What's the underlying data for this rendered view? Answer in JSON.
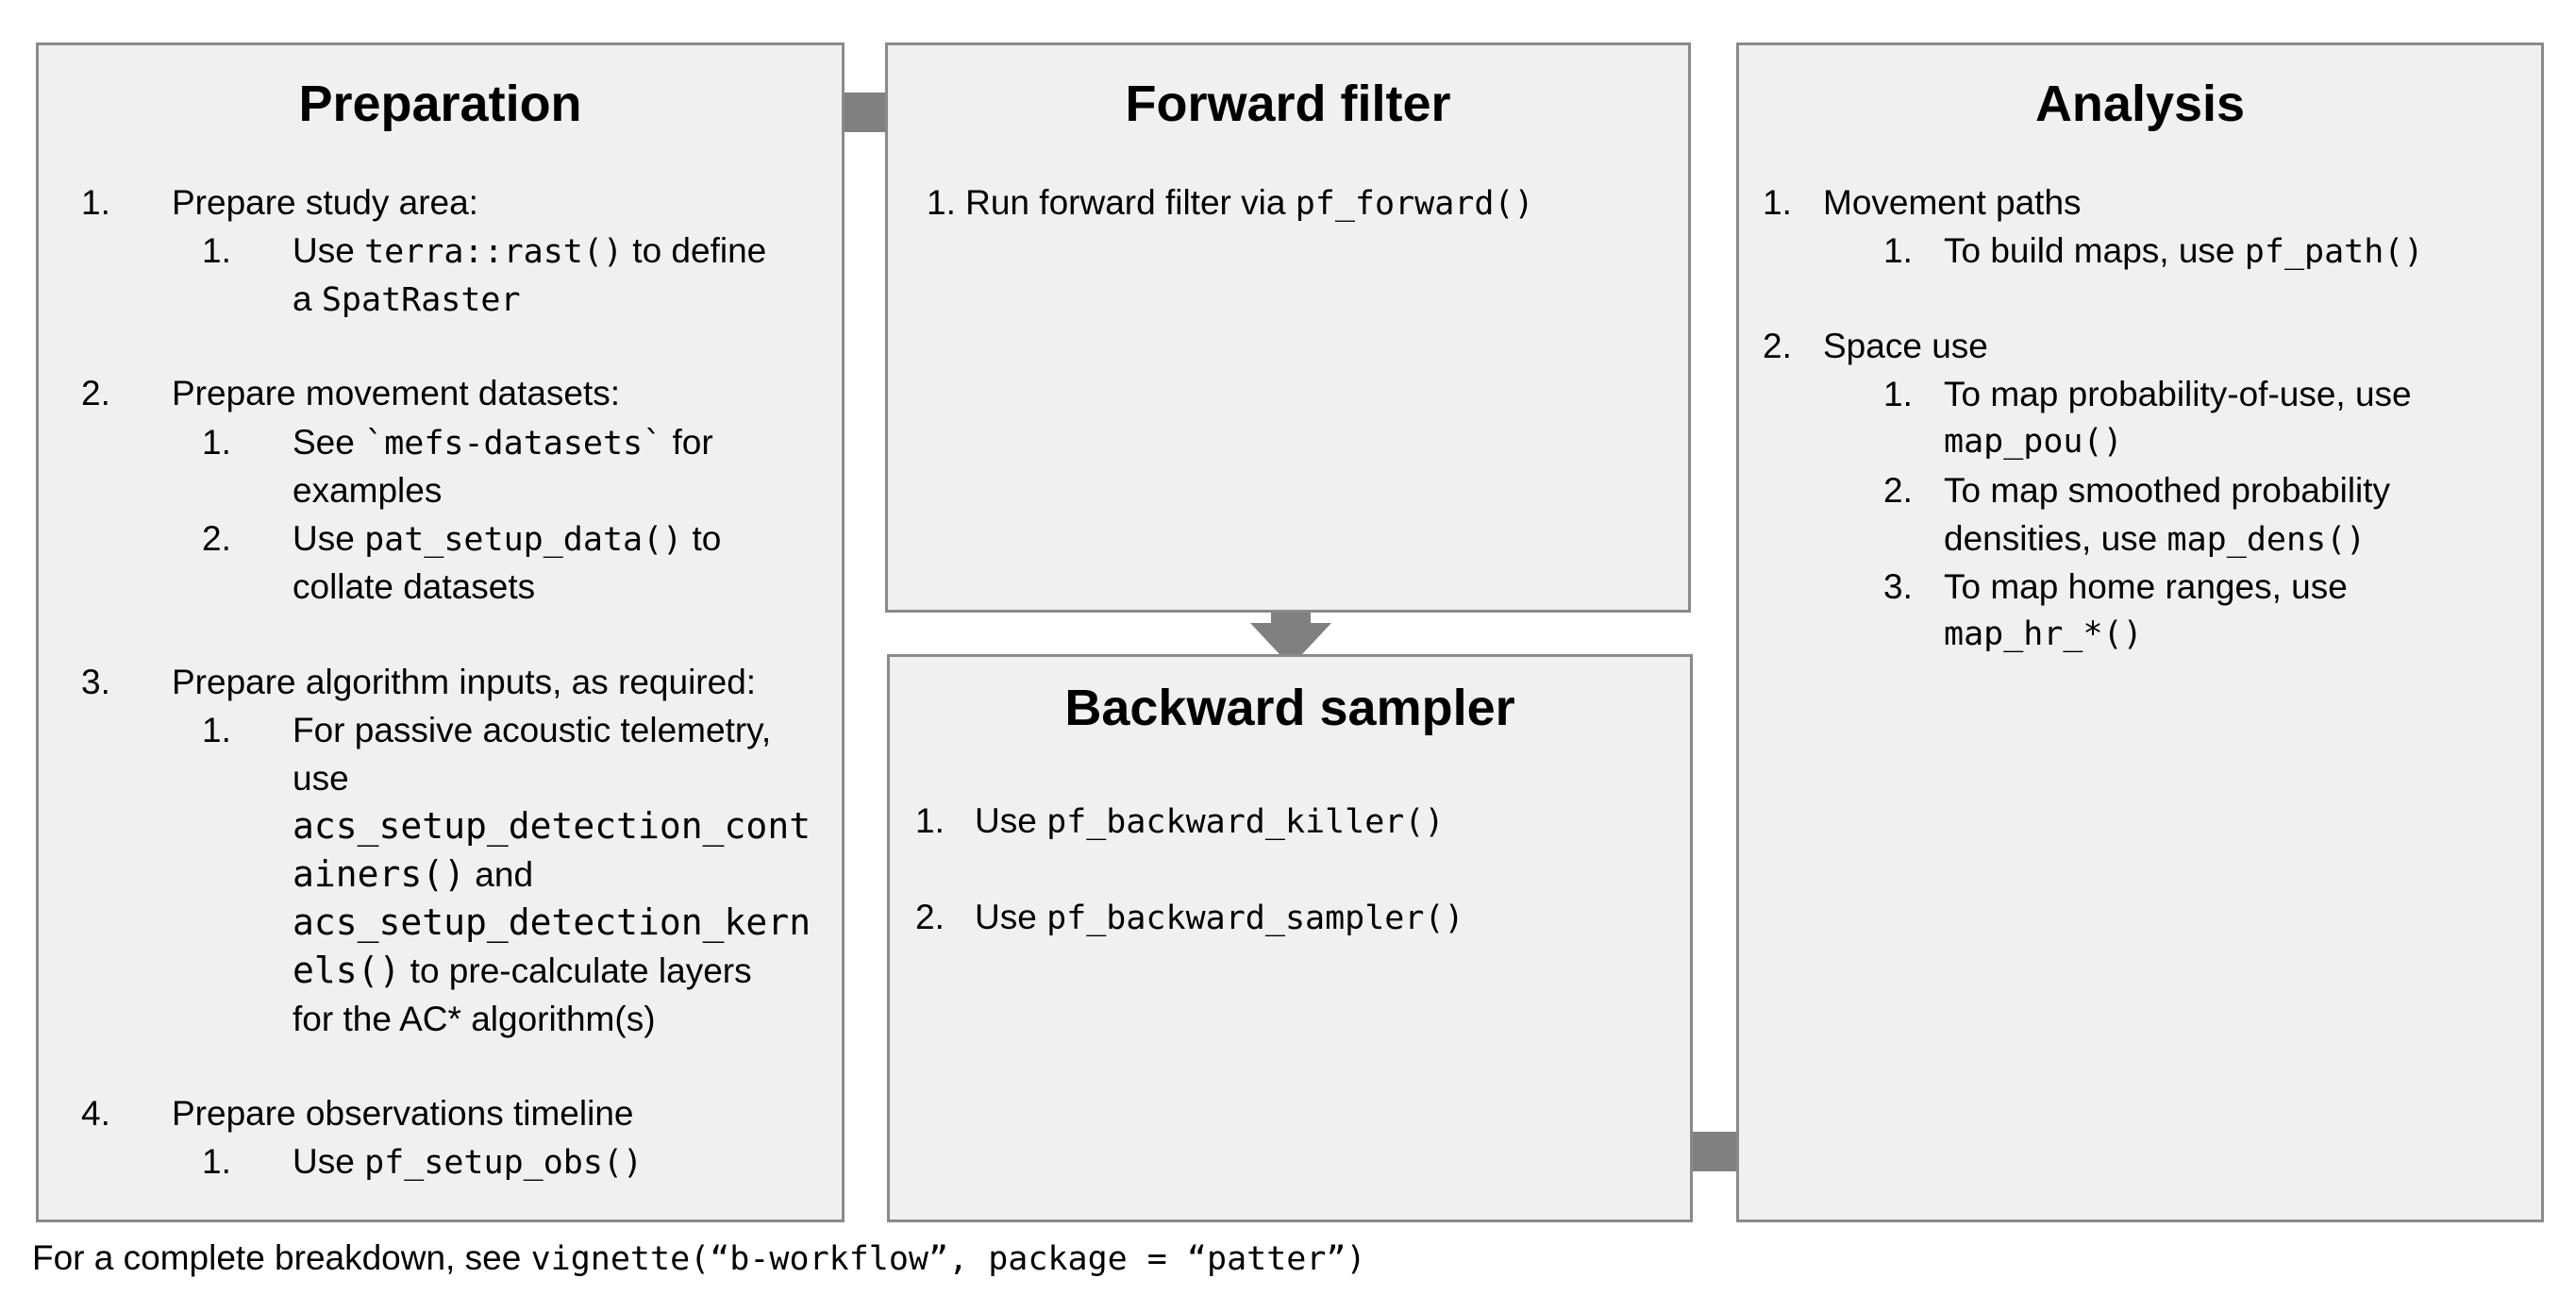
{
  "colors": {
    "box_fill": "#f0f0f0",
    "box_border": "#8a8a8a",
    "arrow": "#808080"
  },
  "preparation": {
    "title": "Preparation",
    "step1": {
      "num": "1.",
      "label": "Prepare study area:",
      "sub_num": "1.",
      "sub_pre": "Use ",
      "sub_code": "terra::rast()",
      "sub_post": " to define",
      "sub_line2_pre": "a ",
      "sub_line2_code": "SpatRaster"
    },
    "step2": {
      "num": "2.",
      "label": "Prepare movement datasets:",
      "sub1_num": "1.",
      "sub1_pre": "See ",
      "sub1_code": "`mefs-datasets`",
      "sub1_post": " for",
      "sub1_line2": "examples",
      "sub2_num": "2.",
      "sub2_pre": "Use ",
      "sub2_code": "pat_setup_data()",
      "sub2_post": " to",
      "sub2_line2": "collate datasets"
    },
    "step3": {
      "num": "3.",
      "label": "Prepare algorithm inputs, as required:",
      "sub_num": "1.",
      "sub_line1": "For passive acoustic telemetry,",
      "sub_line2": "use",
      "sub_code1": "acs_setup_detection_cont",
      "sub_code2": "ainers()",
      "sub_and": " and",
      "sub_code3": "acs_setup_detection_kern",
      "sub_code4": "els()",
      "sub_post": " to pre-calculate layers",
      "sub_line_last": "for the AC* algorithm(s)"
    },
    "step4": {
      "num": "4.",
      "label": "Prepare observations timeline",
      "sub_num": "1.",
      "sub_pre": "Use ",
      "sub_code": "pf_setup_obs()"
    }
  },
  "forward": {
    "title": "Forward filter",
    "item_pre": "1. Run forward filter via ",
    "item_code": "pf_forward()"
  },
  "backward": {
    "title": "Backward sampler",
    "item1_num": "1.",
    "item1_pre": "Use ",
    "item1_code": "pf_backward_killer()",
    "item2_num": "2.",
    "item2_pre": "Use ",
    "item2_code": "pf_backward_sampler()"
  },
  "analysis": {
    "title": "Analysis",
    "item1_num": "1.",
    "item1_label": "Movement paths",
    "item1_sub_num": "1.",
    "item1_sub_pre": "To build maps, use ",
    "item1_sub_code": "pf_path()",
    "item2_num": "2.",
    "item2_label": "Space use",
    "item2_sub1_num": "1.",
    "item2_sub1_line1": "To map probability-of-use, use",
    "item2_sub1_code": "map_pou()",
    "item2_sub2_num": "2.",
    "item2_sub2_line1": "To map smoothed probability",
    "item2_sub2_pre": "densities, use ",
    "item2_sub2_code": "map_dens()",
    "item2_sub3_num": "3.",
    "item2_sub3_line1": "To map home ranges, use",
    "item2_sub3_code": "map_hr_*()"
  },
  "footer": {
    "pre": "For a complete breakdown, see ",
    "code": "vignette(“b-workflow”, package = “patter”)"
  }
}
